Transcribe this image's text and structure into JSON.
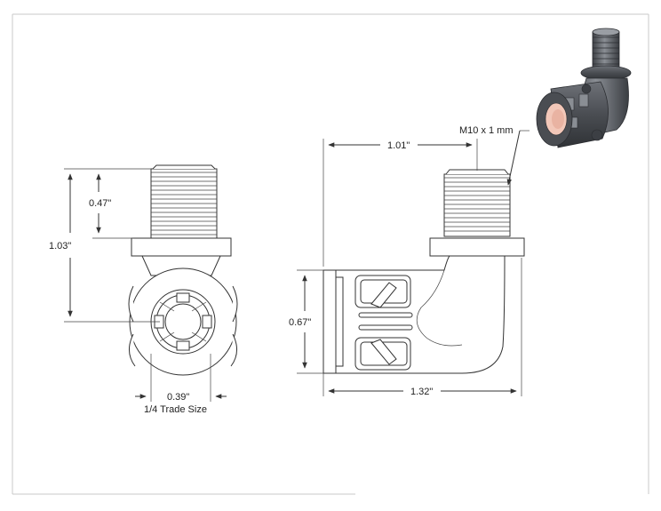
{
  "drawing": {
    "dimensions": {
      "front_height_total": "1.03\"",
      "front_thread_length": "0.47\"",
      "front_opening_width": "0.39\"",
      "trade_size": "1/4 Trade Size",
      "side_offset": "1.01\"",
      "side_height": "0.67\"",
      "side_length": "1.32\"",
      "thread_spec": "M10 x 1 mm"
    },
    "colors": {
      "line": "#333333",
      "border": "#c8c8c8",
      "render_body": "#505358",
      "render_highlight": "#8a8e94",
      "render_glow": "#f2c7b8"
    },
    "icons": [
      "fitting-3d-render"
    ]
  }
}
